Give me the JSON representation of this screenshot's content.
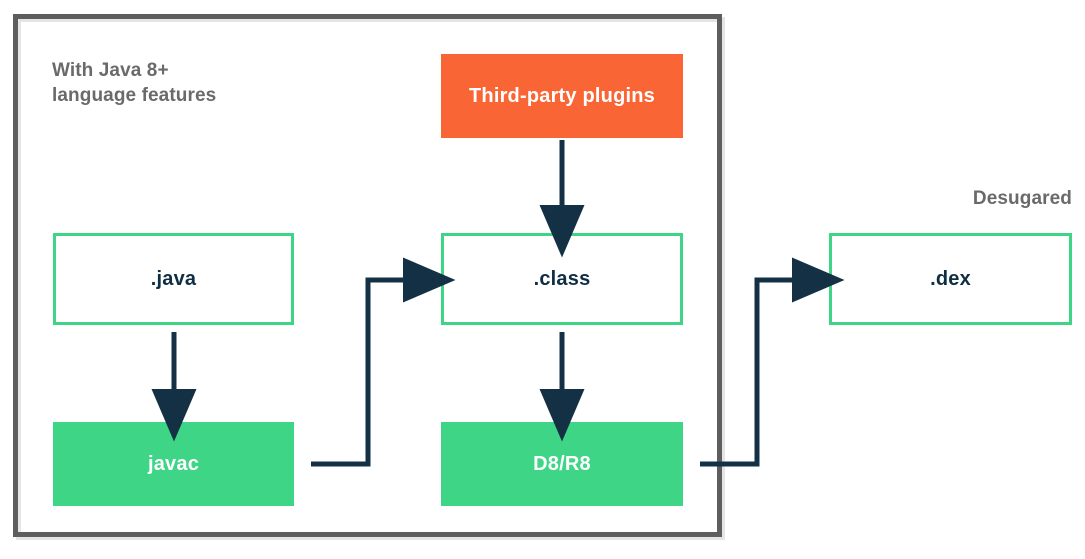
{
  "diagram": {
    "title_caption": "With Java 8+\nlanguage features",
    "right_caption": "Desugared",
    "colors": {
      "frame_gray": "#5e5e5e",
      "green": "#3ed686",
      "orange": "#f96535",
      "arrow_navy": "#133044",
      "caption_gray": "#6a6a6a",
      "node_text_dark": "#0f2e44",
      "node_text_light": "#ffffff",
      "background": "#ffffff"
    },
    "nodes": [
      {
        "id": "thirdparty",
        "label": "Third-party plugins",
        "style": "filled-orange"
      },
      {
        "id": "java",
        "label": ".java",
        "style": "outline"
      },
      {
        "id": "class",
        "label": ".class",
        "style": "outline"
      },
      {
        "id": "dex",
        "label": ".dex",
        "style": "outline"
      },
      {
        "id": "javac",
        "label": "javac",
        "style": "filled-green"
      },
      {
        "id": "d8r8",
        "label": "D8/R8",
        "style": "filled-green"
      }
    ],
    "edges": [
      {
        "from": "thirdparty",
        "to": "class",
        "kind": "straight-down"
      },
      {
        "from": "java",
        "to": "javac",
        "kind": "straight-down"
      },
      {
        "from": "class",
        "to": "d8r8",
        "kind": "straight-down"
      },
      {
        "from": "javac",
        "to": "class",
        "kind": "elbow-right-up-right"
      },
      {
        "from": "d8r8",
        "to": "dex",
        "kind": "elbow-right-up-right"
      }
    ]
  }
}
